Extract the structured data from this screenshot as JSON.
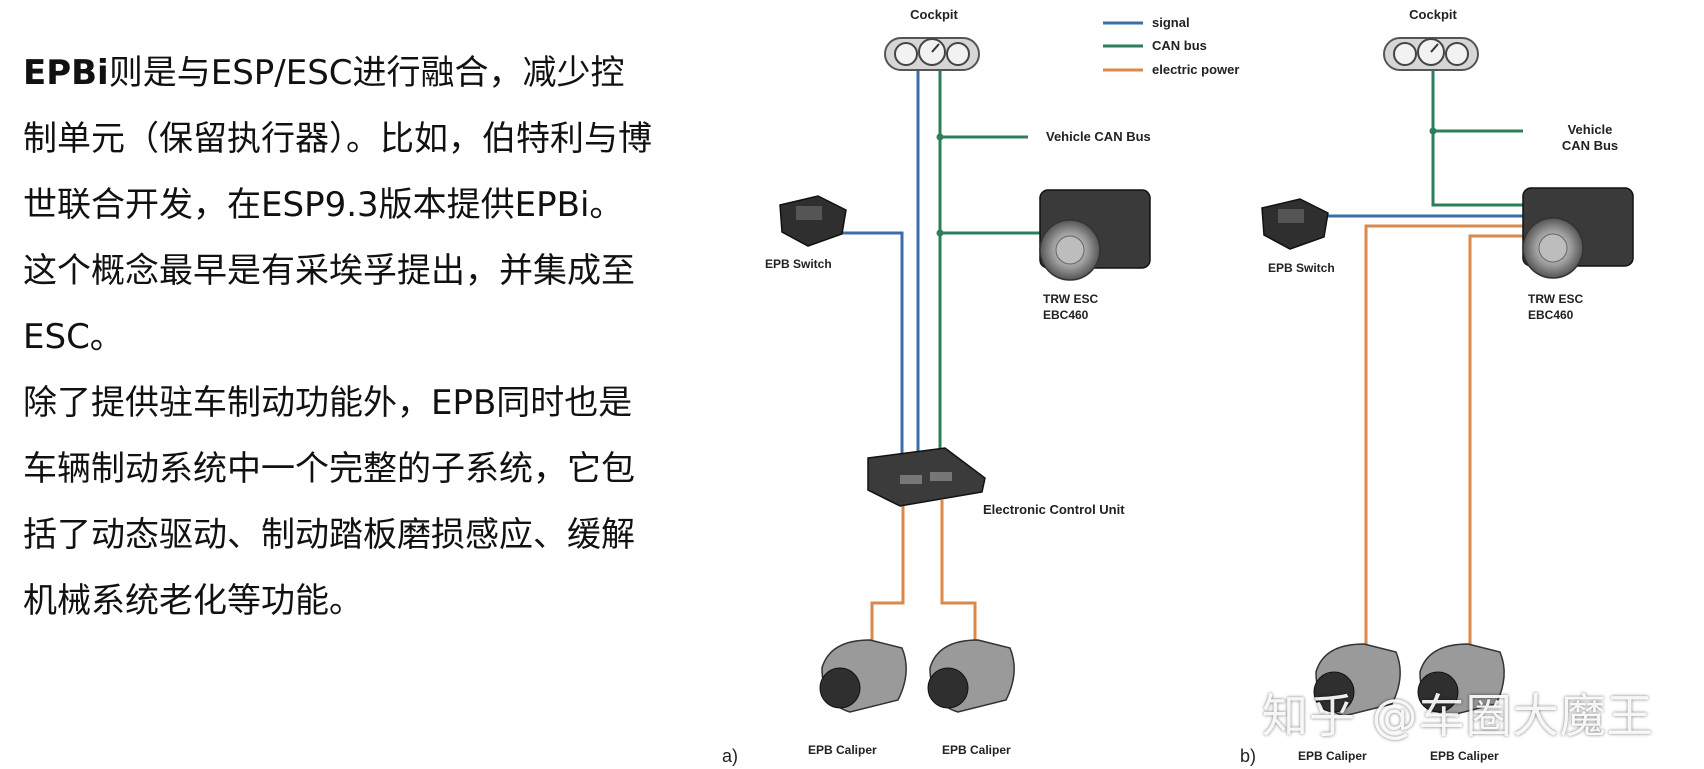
{
  "article": {
    "paragraph1_bold": "EPBi",
    "paragraph1_rest": "则是与ESP/ESC进行融合，减少控制单元（保留执行器）。比如，伯特利与博世联合开发，在ESP9.3版本提供EPBi。这个概念最早是有采埃孚提出，并集成至ESC。",
    "paragraph2": "除了提供驻车制动功能外，EPB同时也是车辆制动系统中一个完整的子系统，它包括了动态驱动、制动踏板磨损感应、缓解机械系统老化等功能。"
  },
  "diagram": {
    "legend": [
      {
        "label": "signal",
        "color": "#3a6ea8"
      },
      {
        "label": "CAN bus",
        "color": "#2e7d5b"
      },
      {
        "label": "electric power",
        "color": "#d98a4a"
      }
    ],
    "panel_a": {
      "tag": "a)",
      "cockpit": "Cockpit",
      "vehicle_can_bus": "Vehicle CAN Bus",
      "epb_switch": "EPB Switch",
      "esc_line1": "TRW ESC",
      "esc_line2": "EBC460",
      "ecu": "Electronic Control Unit",
      "caliper_left": "EPB Caliper",
      "caliper_right": "EPB Caliper"
    },
    "panel_b": {
      "tag": "b)",
      "cockpit": "Cockpit",
      "vehicle_can_bus_line1": "Vehicle",
      "vehicle_can_bus_line2": "CAN Bus",
      "epb_switch": "EPB Switch",
      "esc_line1": "TRW ESC",
      "esc_line2": "EBC460",
      "caliper_left": "EPB Caliper",
      "caliper_right": "EPB Caliper"
    }
  },
  "watermark": "知乎 @车圈大魔王"
}
